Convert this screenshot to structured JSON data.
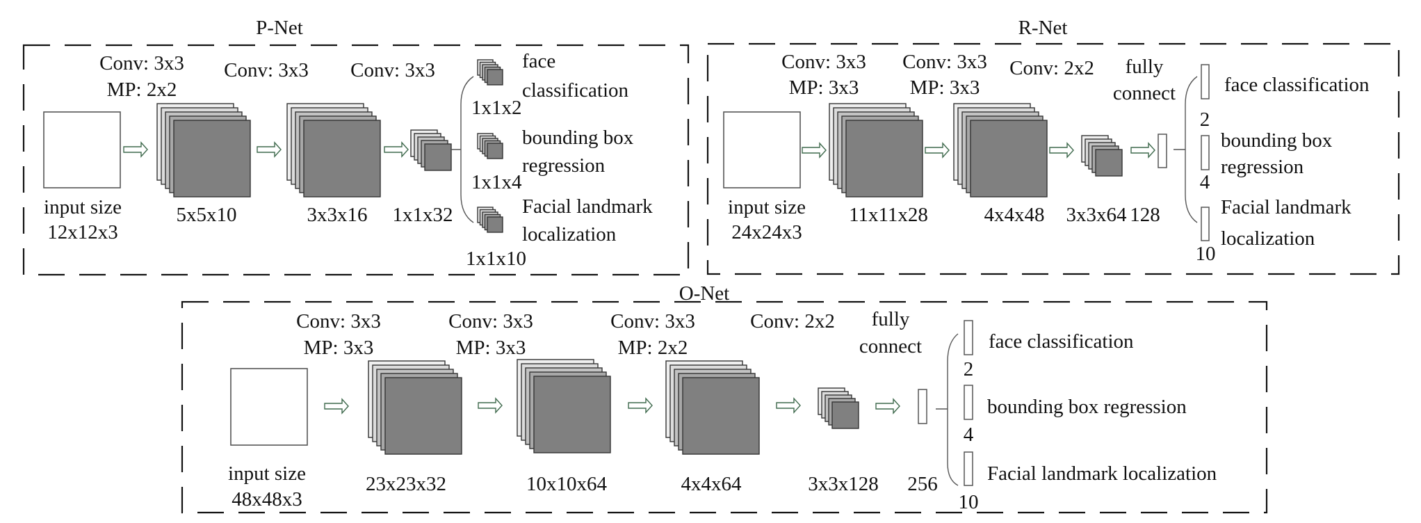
{
  "colors": {
    "layers": [
      "#efefef",
      "#dcdcdc",
      "#c3c3c3",
      "#a8a8a8",
      "#808080"
    ],
    "arrow_stroke": "#3f6a4d",
    "frame": "#111111",
    "text": "#111111"
  },
  "networks": {
    "pnet": {
      "title": "P-Net",
      "input": {
        "line1": "input size",
        "line2": "12x12x3"
      },
      "ops": [
        {
          "line1": "Conv: 3x3",
          "line2": "MP: 2x2"
        },
        {
          "line1": "Conv: 3x3",
          "line2": ""
        },
        {
          "line1": "Conv: 3x3",
          "line2": ""
        }
      ],
      "feature_maps": [
        "5x5x10",
        "3x3x16",
        "1x1x32"
      ],
      "outputs": [
        {
          "line1": "face",
          "line2": "classification",
          "size": "1x1x2"
        },
        {
          "line1": "bounding box",
          "line2": "regression",
          "size": "1x1x4"
        },
        {
          "line1": "Facial landmark",
          "line2": "localization",
          "size": "1x1x10"
        }
      ]
    },
    "rnet": {
      "title": "R-Net",
      "input": {
        "line1": "input size",
        "line2": "24x24x3"
      },
      "ops": [
        {
          "line1": "Conv: 3x3",
          "line2": "MP: 3x3"
        },
        {
          "line1": "Conv: 3x3",
          "line2": "MP: 3x3"
        },
        {
          "line1": "Conv: 2x2",
          "line2": ""
        },
        {
          "line1": "fully",
          "line2": "connect"
        }
      ],
      "feature_maps": [
        "11x11x28",
        "4x4x48",
        "3x3x64",
        "128"
      ],
      "outputs": [
        {
          "line1": "face classification",
          "line2": "",
          "size": "2"
        },
        {
          "line1": "bounding box",
          "line2": "regression",
          "size": "4"
        },
        {
          "line1": "Facial landmark",
          "line2": "localization",
          "size": "10"
        }
      ]
    },
    "onet": {
      "title": "O-Net",
      "input": {
        "line1": "input size",
        "line2": "48x48x3"
      },
      "ops": [
        {
          "line1": "Conv: 3x3",
          "line2": "MP: 3x3"
        },
        {
          "line1": "Conv: 3x3",
          "line2": "MP: 3x3"
        },
        {
          "line1": "Conv: 3x3",
          "line2": "MP: 2x2"
        },
        {
          "line1": "Conv: 2x2",
          "line2": ""
        },
        {
          "line1": "fully",
          "line2": "connect"
        }
      ],
      "feature_maps": [
        "23x23x32",
        "10x10x64",
        "4x4x64",
        "3x3x128",
        "256"
      ],
      "outputs": [
        {
          "line1": "face classification",
          "line2": "",
          "size": "2"
        },
        {
          "line1": "bounding box regression",
          "line2": "",
          "size": "4"
        },
        {
          "line1": "Facial landmark localization",
          "line2": "",
          "size": "10"
        }
      ]
    }
  }
}
